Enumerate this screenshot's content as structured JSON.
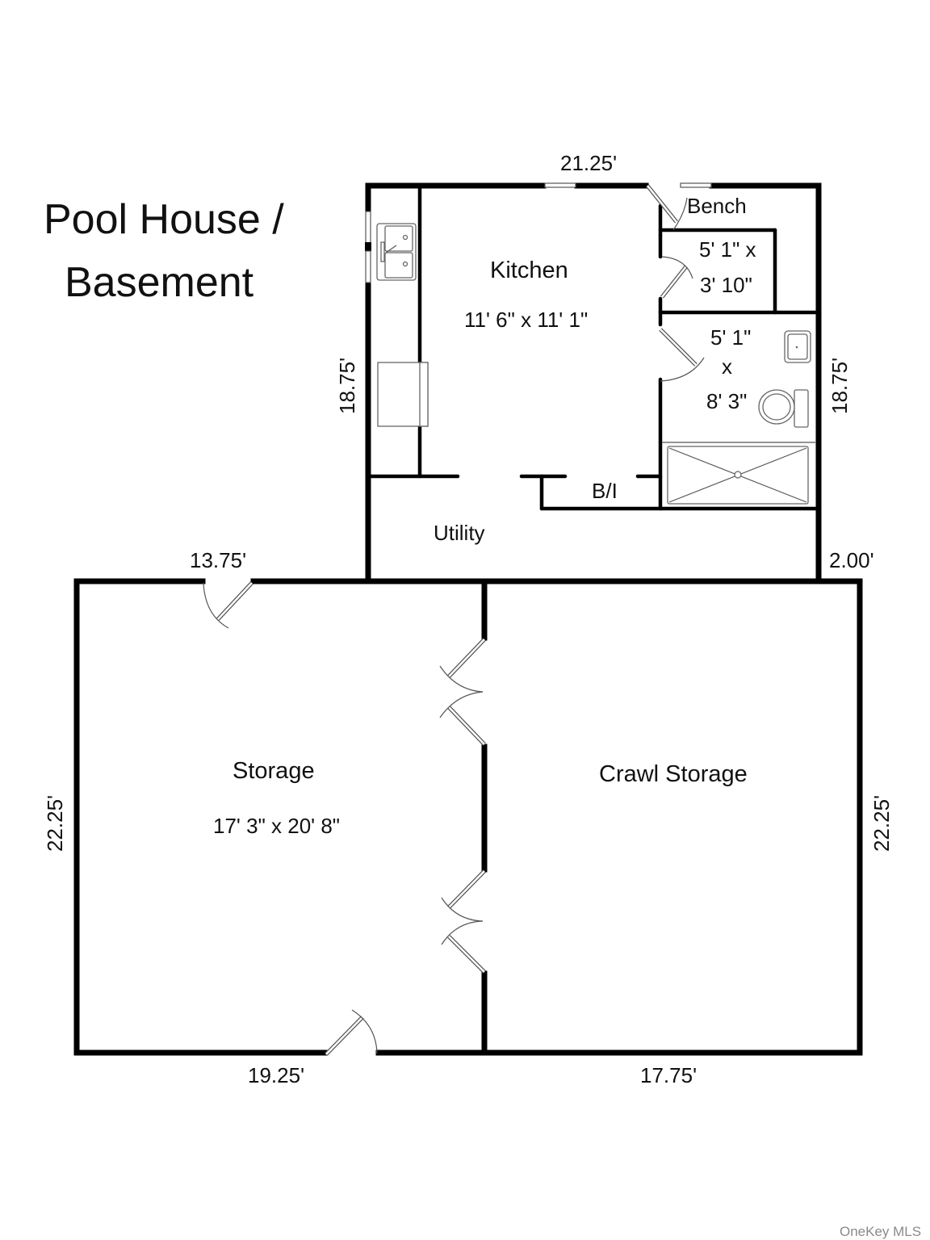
{
  "title": {
    "line1": "Pool House /",
    "line2": "Basement"
  },
  "rooms": {
    "kitchen": {
      "name": "Kitchen",
      "size": "11' 6\" x 11' 1\""
    },
    "bench": {
      "name": "Bench"
    },
    "closet": {
      "size_line1": "5' 1\" x",
      "size_line2": "3' 10\""
    },
    "bath": {
      "size_line1": "5' 1\"",
      "size_line2": "x",
      "size_line3": "8' 3\""
    },
    "built_in": {
      "name": "B/I"
    },
    "utility": {
      "name": "Utility"
    },
    "storage": {
      "name": "Storage",
      "size": "17' 3\" x 20' 8\""
    },
    "crawl_storage": {
      "name": "Crawl Storage"
    }
  },
  "dimensions": {
    "top_upper": "21.25'",
    "left_upper": "18.75'",
    "right_upper": "18.75'",
    "step_right": "2.00'",
    "top_left_lower": "13.75'",
    "left_lower": "22.25'",
    "right_lower": "22.25'",
    "bottom_left": "19.25'",
    "bottom_right": "17.75'"
  },
  "fixtures": [
    "double-sink",
    "range",
    "bathroom-sink",
    "toilet",
    "shower",
    "windows",
    "doors"
  ],
  "watermark": "OneKey MLS",
  "colors": {
    "walls": "#000000",
    "background": "#ffffff",
    "fixtures": "#666666",
    "watermark": "#8a8a8a"
  }
}
